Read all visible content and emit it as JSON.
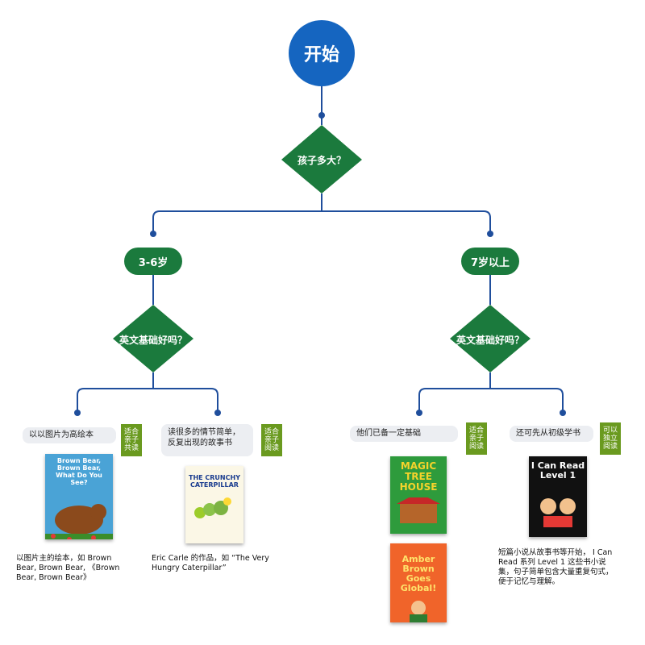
{
  "start": {
    "label": "开始"
  },
  "decision1": {
    "label": "孩子多大？"
  },
  "ages": {
    "left": "3-6岁",
    "right": "7岁以上"
  },
  "decision2": {
    "left": "英文基础好吗？",
    "right": "英文基础好吗？"
  },
  "leaves": [
    {
      "label": "以以图片为高绘本",
      "tag": "适合亲子共读",
      "book": {
        "title": "Brown Bear, Brown Bear, What Do You See?"
      },
      "desc": "以图片主的绘本，如 Brown Bear, Brown Bear, 《Brown Bear, Brown Bear》"
    },
    {
      "label": "读很多的情节简单，反复出现的故事书",
      "tag": "适合亲子阅读",
      "book": {
        "title": "THE CRUNCHY CATERPILLAR"
      },
      "desc": "Eric Carle 的作品，如 “The Very Hungry Caterpillar”"
    },
    {
      "label": "他们已备一定基础",
      "tag": "适合亲子阅读",
      "book": {
        "title": "MAGIC TREE HOUSE"
      },
      "book2": {
        "title": "Amber Brown Goes Global!"
      }
    },
    {
      "label": "还可先从初级学书",
      "tag": "可以独立阅读",
      "book": {
        "title": "I Can Read Level 1"
      },
      "desc": "短篇小说从故事书等开始， I Can Read 系列 Level 1 这些书小说集，句子简单包含大量重复句式，便于记忆与理解。"
    }
  ],
  "colors": {
    "primary": "#1565c0",
    "decision": "#1b7a3d",
    "tag": "#6a9a1f",
    "line": "#1f4e9c"
  }
}
